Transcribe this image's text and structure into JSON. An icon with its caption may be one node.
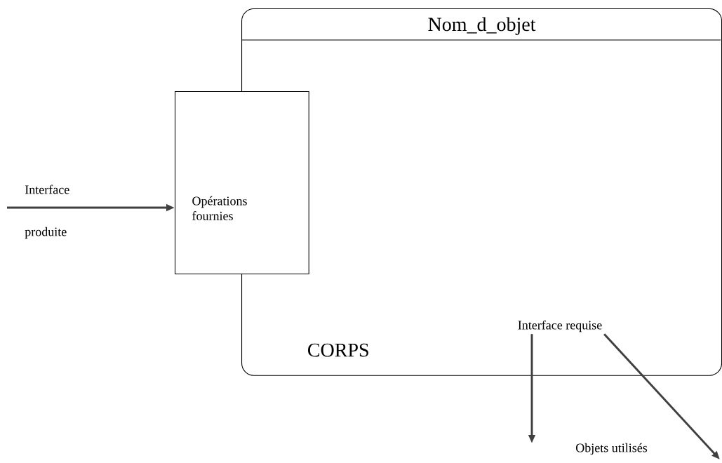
{
  "diagram": {
    "nodes": [
      {
        "text": [
          "Nom_d_objet",
          "CORPS"
        ]
      },
      {
        "text": [
          "Opérations fournies"
        ]
      },
      {
        "text": [
          "Interface requise"
        ],
        "in": 0
      }
    ],
    "edges": [
      {
        "from": null,
        "to": 1,
        "arrow": "to"
      },
      {
        "from": 2,
        "to": null,
        "arrow": "to"
      },
      {
        "from": 2,
        "to": null,
        "arrow": "to"
      }
    ],
    "labels": [
      "Interface",
      "produite",
      "Objets utilisés"
    ]
  }
}
